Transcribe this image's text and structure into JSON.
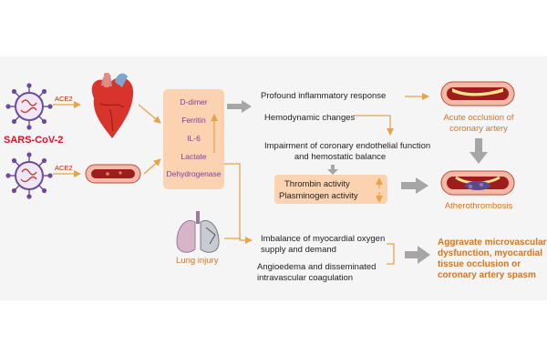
{
  "virus_label": "SARS-CoV-2",
  "receptor_label_top": "ACE2",
  "receptor_label_bottom": "ACE2",
  "biomarkers": [
    "D-dimer",
    "Ferritin",
    "IL-6",
    "Lactate",
    "Dehydrogenase"
  ],
  "lung_label": "Lung injury",
  "mechanisms": {
    "inflammatory": "Profound inflammatory response",
    "hemodynamic": "Hemodynamic changes",
    "endothelial_line1": "Impairment of coronary endothelial function",
    "endothelial_line2": "and hemostatic balance",
    "thrombin": "Thrombin activity",
    "plasminogen": "Plasminogen activity",
    "imbalance_line1": "Imbalance of myocardial oxygen",
    "imbalance_line2": "supply and demand",
    "angioedema_line1": "Angioedema and disseminated",
    "angioedema_line2": "intravascular coagulation"
  },
  "outcomes": {
    "acute_line1": "Acute occlusion of",
    "acute_line2": "coronary artery",
    "athero": "Atherothrombosis",
    "aggravate_line1": "Aggravate microvascular",
    "aggravate_line2": "dysfunction, myocardial",
    "aggravate_line3": "tissue occlusion or",
    "aggravate_line4": "coronary artery spasm"
  },
  "colors": {
    "arrow_orange": "#e8a24a",
    "arrow_gray": "#a6a6a6",
    "box_peach": "#fbd3b0",
    "virus_purple": "#6b4c9a",
    "vessel_red": "#d9342b"
  }
}
